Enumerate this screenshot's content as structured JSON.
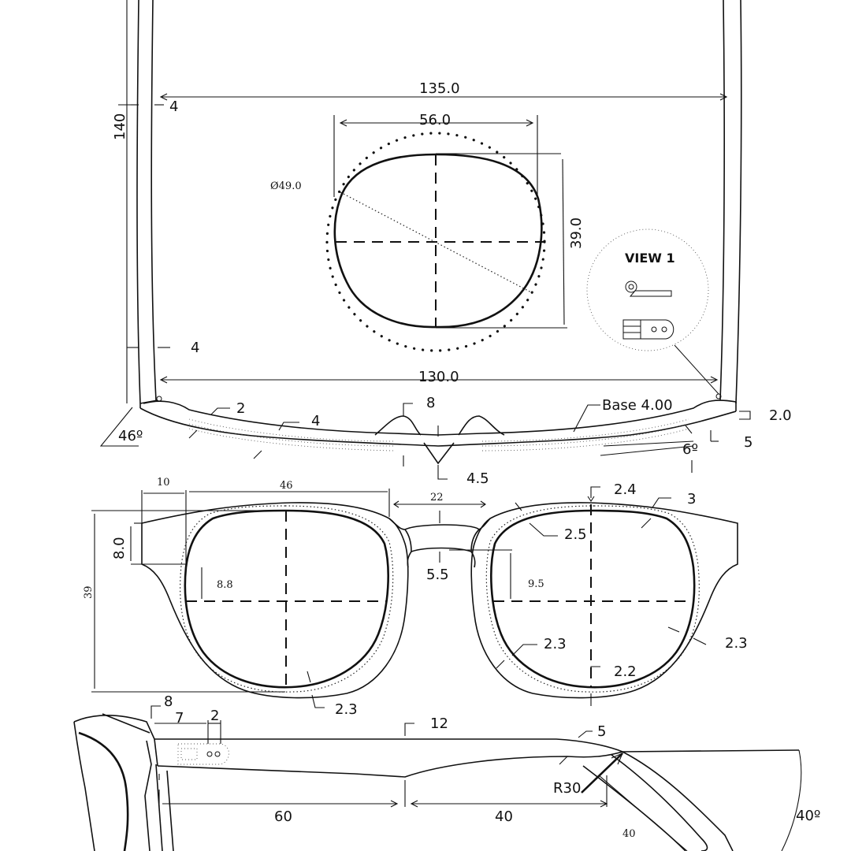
{
  "front_view": {
    "dim_temple_spread": "135.0",
    "dim_lens_width": "56.0",
    "dim_lens_height": "39.0",
    "dim_lens_diameter": "Ø49.0",
    "dim_temple_length": "140",
    "dim_temple_thick_top": "4",
    "dim_temple_thick_bottom": "4",
    "dim_frame_width": "130.0",
    "view1_title": "VIEW 1"
  },
  "top_view": {
    "angle_hinge": "46º",
    "dim_2": "2",
    "dim_4": "4",
    "dim_8": "8",
    "dim_4_5": "4.5",
    "base_curve": "Base 4.00",
    "dim_2_0": "2.0",
    "dim_5": "5",
    "angle_wrap": "6º"
  },
  "frame_view": {
    "dim_10": "10",
    "dim_46": "46",
    "dim_22": "22",
    "dim_2_4": "2.4",
    "dim_3": "3",
    "dim_2_5": "2.5",
    "dim_8_0": "8.0",
    "dim_8_8": "8.8",
    "dim_5_5": "5.5",
    "dim_9_5": "9.5",
    "dim_39": "39",
    "dim_2_3_right": "2.3",
    "dim_2_3_outer": "2.3",
    "dim_2_2": "2.2",
    "dim_2_3_bottom": "2.3"
  },
  "side_view": {
    "dim_8": "8",
    "dim_7": "7",
    "dim_2": "2",
    "dim_12": "12",
    "dim_5": "5",
    "radius": "R30",
    "dim_60": "60",
    "dim_40": "40",
    "dim_40_small": "40",
    "angle_temple": "40º"
  }
}
